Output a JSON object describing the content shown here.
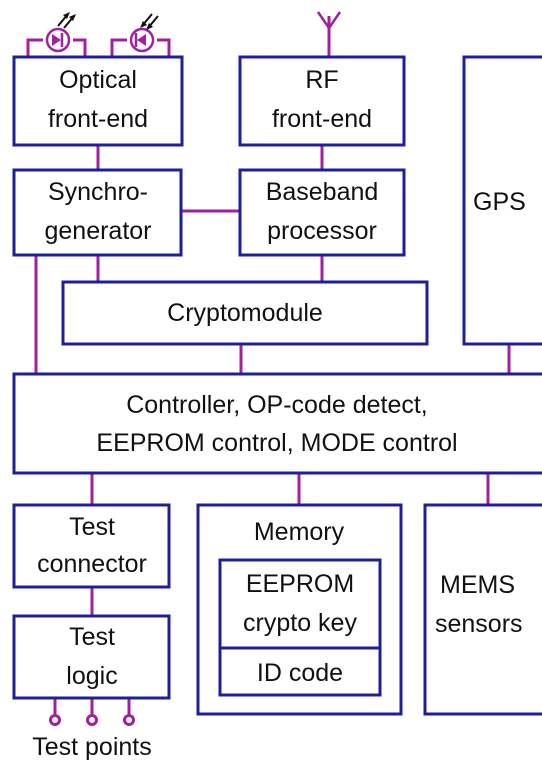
{
  "colors": {
    "box_stroke": "#1f1f9a",
    "wire": "#a020a0",
    "text": "#111111",
    "background": "#ffffff"
  },
  "blocks": {
    "optical": {
      "line1": "Optical",
      "line2": "front-end"
    },
    "rf": {
      "line1": "RF",
      "line2": "front-end"
    },
    "gps": {
      "label": "GPS"
    },
    "synchro": {
      "line1": "Synchro-",
      "line2": "generator"
    },
    "baseband": {
      "line1": "Baseband",
      "line2": "processor"
    },
    "crypto": {
      "label": "Cryptomodule"
    },
    "controller": {
      "line1": "Controller, OP-code detect,",
      "line2": "EEPROM control, MODE control"
    },
    "test_connector": {
      "line1": "Test",
      "line2": "connector"
    },
    "test_logic": {
      "line1": "Test",
      "line2": "logic"
    },
    "memory": {
      "label": "Memory"
    },
    "eeprom": {
      "line1": "EEPROM",
      "line2": "crypto key"
    },
    "id_code": {
      "label": "ID code"
    },
    "mems": {
      "line1": "MEMS",
      "line2": "sensors"
    }
  },
  "test_points": {
    "label": "Test points"
  },
  "icons": [
    "led-icon",
    "photodiode-icon",
    "antenna-icon",
    "test-point-icon"
  ]
}
